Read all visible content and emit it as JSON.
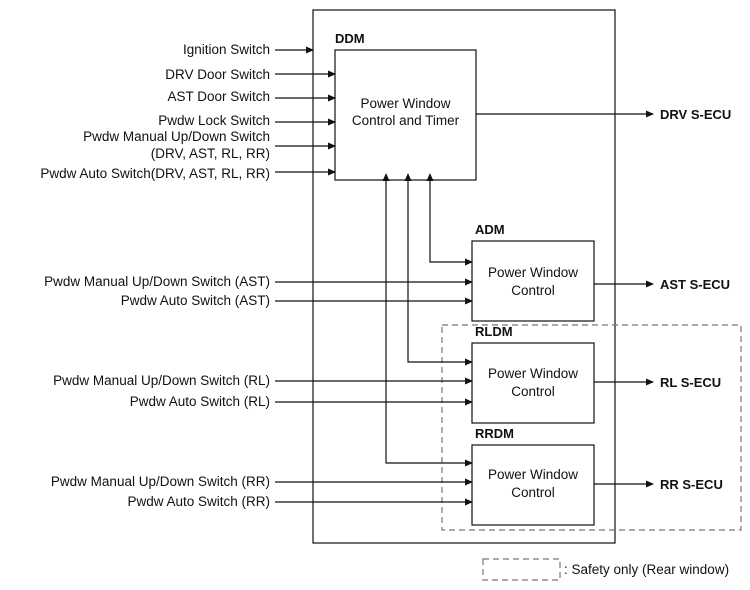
{
  "modules": {
    "ddm": {
      "name": "DDM",
      "line1": "Power Window",
      "line2": "Control and Timer",
      "output": "DRV S-ECU"
    },
    "adm": {
      "name": "ADM",
      "line1": "Power Window",
      "line2": "Control",
      "output": "AST S-ECU"
    },
    "rldm": {
      "name": "RLDM",
      "line1": "Power Window",
      "line2": "Control",
      "output": "RL S-ECU"
    },
    "rrdm": {
      "name": "RRDM",
      "line1": "Power Window",
      "line2": "Control",
      "output": "RR S-ECU"
    }
  },
  "inputs": {
    "ddm": [
      "Ignition Switch",
      "DRV Door Switch",
      "AST Door Switch",
      "Pwdw Lock Switch",
      "Pwdw Manual Up/Down Switch",
      "(DRV, AST, RL, RR)",
      "Pwdw Auto Switch(DRV, AST, RL, RR)"
    ],
    "adm": [
      "Pwdw Manual Up/Down Switch (AST)",
      "Pwdw Auto Switch (AST)"
    ],
    "rldm": [
      "Pwdw Manual Up/Down Switch (RL)",
      "Pwdw Auto Switch (RL)"
    ],
    "rrdm": [
      "Pwdw Manual Up/Down Switch (RR)",
      "Pwdw Auto Switch (RR)"
    ]
  },
  "legend": {
    "text": ": Safety only (Rear window)"
  }
}
